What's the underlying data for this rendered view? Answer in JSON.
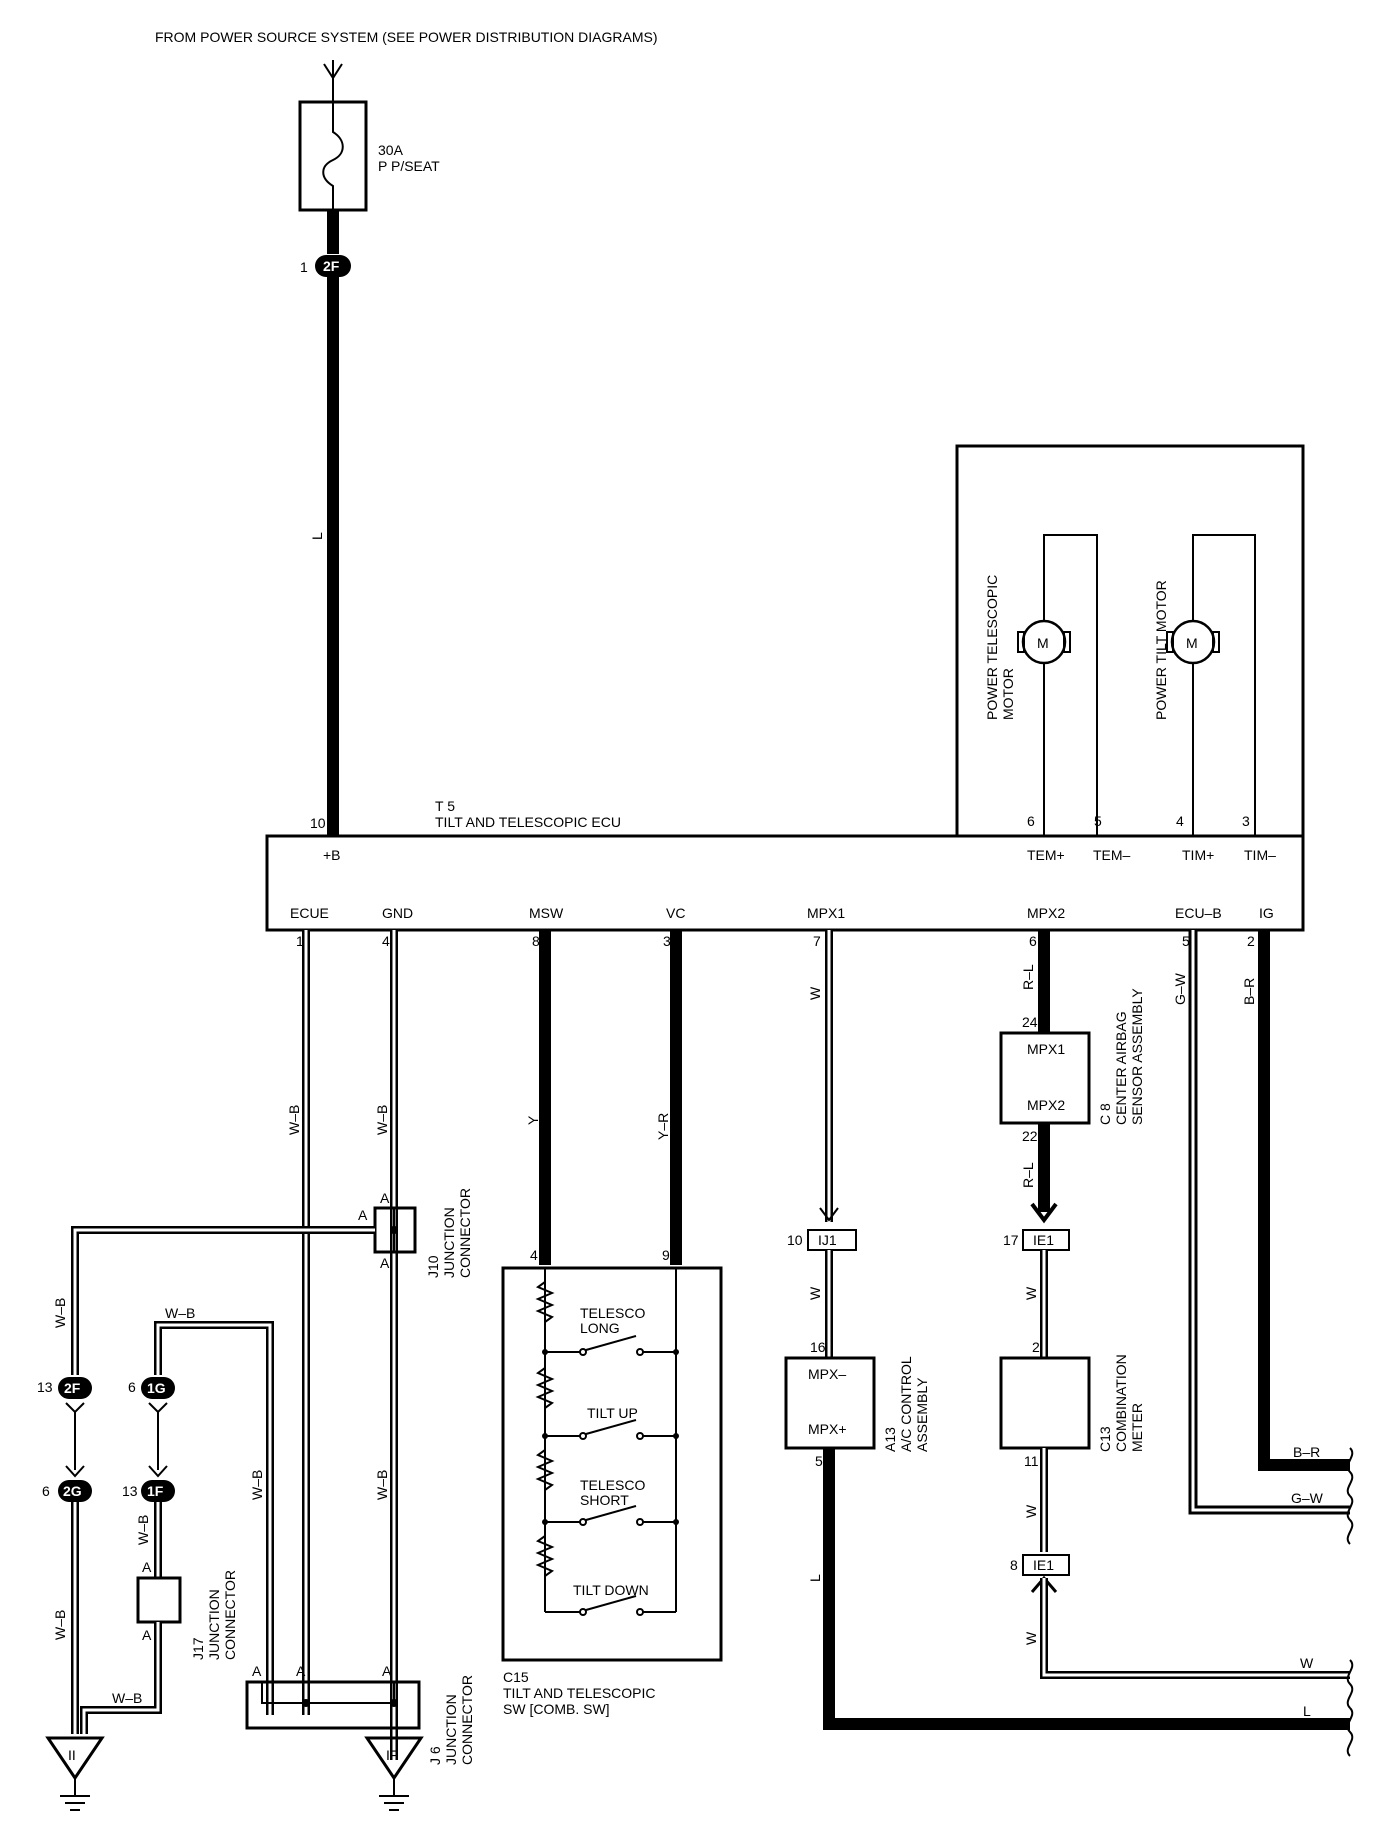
{
  "source_note": "FROM POWER SOURCE SYSTEM (SEE POWER DISTRIBUTION DIAGRAMS)",
  "fuse": {
    "rating": "30A",
    "name": "P P/SEAT"
  },
  "connectors": {
    "c2F_top": {
      "pin": "1",
      "id": "2F"
    },
    "c2F_left": {
      "pin": "13",
      "id": "2F"
    },
    "c2G": {
      "pin": "6",
      "id": "2G"
    },
    "c1G": {
      "pin": "6",
      "id": "1G"
    },
    "c1F": {
      "pin": "13",
      "id": "1F"
    },
    "ij1": {
      "pin": "10",
      "id": "IJ1"
    },
    "ie1_top": {
      "pin": "17",
      "id": "IE1"
    },
    "ie1_bot": {
      "pin": "8",
      "id": "IE1"
    }
  },
  "ecu": {
    "code": "T 5",
    "name": "TILT AND TELESCOPIC ECU",
    "top_pins": [
      {
        "num": "10",
        "label": "+B"
      },
      {
        "num": "6",
        "label": "TEM+"
      },
      {
        "num": "5",
        "label": "TEM–"
      },
      {
        "num": "4",
        "label": "TIM+"
      },
      {
        "num": "3",
        "label": "TIM–"
      }
    ],
    "bottom_pins": [
      {
        "num": "1",
        "label": "ECUE"
      },
      {
        "num": "4",
        "label": "GND"
      },
      {
        "num": "8",
        "label": "MSW"
      },
      {
        "num": "3",
        "label": "VC"
      },
      {
        "num": "7",
        "label": "MPX1"
      },
      {
        "num": "6",
        "label": "MPX2"
      },
      {
        "num": "5",
        "label": "ECU–B"
      },
      {
        "num": "2",
        "label": "IG"
      }
    ]
  },
  "motors": [
    {
      "label1": "POWER TELESCOPIC",
      "label2": "MOTOR",
      "symbol": "M"
    },
    {
      "label1": "POWER TILT MOTOR",
      "label2": "",
      "symbol": "M"
    }
  ],
  "wires": {
    "L": "L",
    "WB": "W–B",
    "Y": "Y",
    "YR": "Y–R",
    "W": "W",
    "RL": "R–L",
    "GW": "G–W",
    "BR": "B–R"
  },
  "junctions": {
    "j10": {
      "code": "J10",
      "name1": "JUNCTION",
      "name2": "CONNECTOR",
      "pin": "A"
    },
    "j17": {
      "code": "J17",
      "name1": "JUNCTION",
      "name2": "CONNECTOR",
      "pin": "A"
    },
    "j6": {
      "code": "J 6",
      "name1": "JUNCTION",
      "name2": "CONNECTOR",
      "pin": "A"
    }
  },
  "switch": {
    "code": "C15",
    "name1": "TILT AND TELESCOPIC",
    "name2": "SW [COMB. SW]",
    "pin_a": "4",
    "pin_b": "9",
    "labels": [
      "TELESCO",
      "LONG",
      "TILT UP",
      "TELESCO",
      "SHORT",
      "TILT DOWN"
    ]
  },
  "airbag": {
    "code": "C 8",
    "name1": "CENTER AIRBAG",
    "name2": "SENSOR ASSEMBLY",
    "pin_top": "24",
    "pin_bot": "22",
    "in": "MPX1",
    "out": "MPX2"
  },
  "ac": {
    "code": "A13",
    "name1": "A/C CONTROL",
    "name2": "ASSEMBLY",
    "pin_top": "16",
    "pin_bot": "5",
    "in": "MPX–",
    "out": "MPX+"
  },
  "meter": {
    "code": "C13",
    "name1": "COMBINATION",
    "name2": "METER",
    "pin_top": "2",
    "pin_bot": "11"
  },
  "grounds": [
    "II",
    "IF"
  ]
}
